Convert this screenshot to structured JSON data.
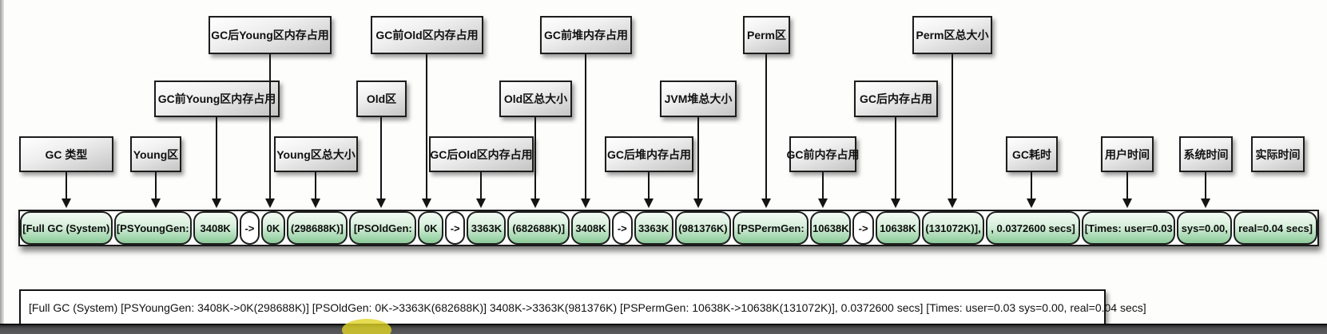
{
  "label_rows": {
    "row1": [
      "GC后Young区内存占用",
      "GC前Old区内存占用",
      "GC前堆内存占用",
      "Perm区",
      "Perm区总大小"
    ],
    "row2": [
      "GC前Young区内存占用",
      "Old区",
      "Old区总大小",
      "JVM堆总大小",
      "GC后内存占用"
    ],
    "row3": [
      "GC 类型",
      "Young区",
      "Young区总大小",
      "GC后Old区内存占用",
      "GC后堆内存占用",
      "GC前内存占用",
      "GC耗时",
      "用户时间",
      "系统时间",
      "实际时间"
    ]
  },
  "segments": [
    {
      "text": "[Full GC (System)",
      "kind": "green"
    },
    {
      "text": "[PSYoungGen:",
      "kind": "green"
    },
    {
      "text": "3408K",
      "kind": "green"
    },
    {
      "text": "->",
      "kind": "white"
    },
    {
      "text": "0K",
      "kind": "green"
    },
    {
      "text": "(298688K)]",
      "kind": "green"
    },
    {
      "text": "[PSOldGen:",
      "kind": "green"
    },
    {
      "text": "0K",
      "kind": "green"
    },
    {
      "text": "->",
      "kind": "white"
    },
    {
      "text": "3363K",
      "kind": "green"
    },
    {
      "text": "(682688K)]",
      "kind": "green"
    },
    {
      "text": "3408K",
      "kind": "green"
    },
    {
      "text": "->",
      "kind": "white"
    },
    {
      "text": "3363K",
      "kind": "green"
    },
    {
      "text": "(981376K)",
      "kind": "green"
    },
    {
      "text": "[PSPermGen:",
      "kind": "green"
    },
    {
      "text": "10638K",
      "kind": "green"
    },
    {
      "text": "->",
      "kind": "white"
    },
    {
      "text": "10638K",
      "kind": "green"
    },
    {
      "text": "(131072K)],",
      "kind": "green"
    },
    {
      "text": ", 0.0372600 secs]",
      "kind": "green"
    },
    {
      "text": "[Times: user=0.03",
      "kind": "green"
    },
    {
      "text": "sys=0.00,",
      "kind": "green"
    },
    {
      "text": "real=0.04 secs]",
      "kind": "green"
    }
  ],
  "log_line": "[Full GC (System) [PSYoungGen: 3408K->0K(298688K)] [PSOldGen: 0K->3363K(682688K)] 3408K->3363K(981376K) [PSPermGen: 10638K->10638K(131072K)], 0.0372600 secs] [Times: user=0.03 sys=0.00, real=0.04 secs]",
  "colors": {
    "segment_green_top": "#f3fbf4",
    "segment_green_bottom": "#8cc898",
    "segment_border": "#1f1f1f",
    "label_box_light": "#ffffff",
    "label_box_dark": "#c5c5c5",
    "highlight_yellow": "#e0d327",
    "bottom_bar_gray": "#515154"
  }
}
